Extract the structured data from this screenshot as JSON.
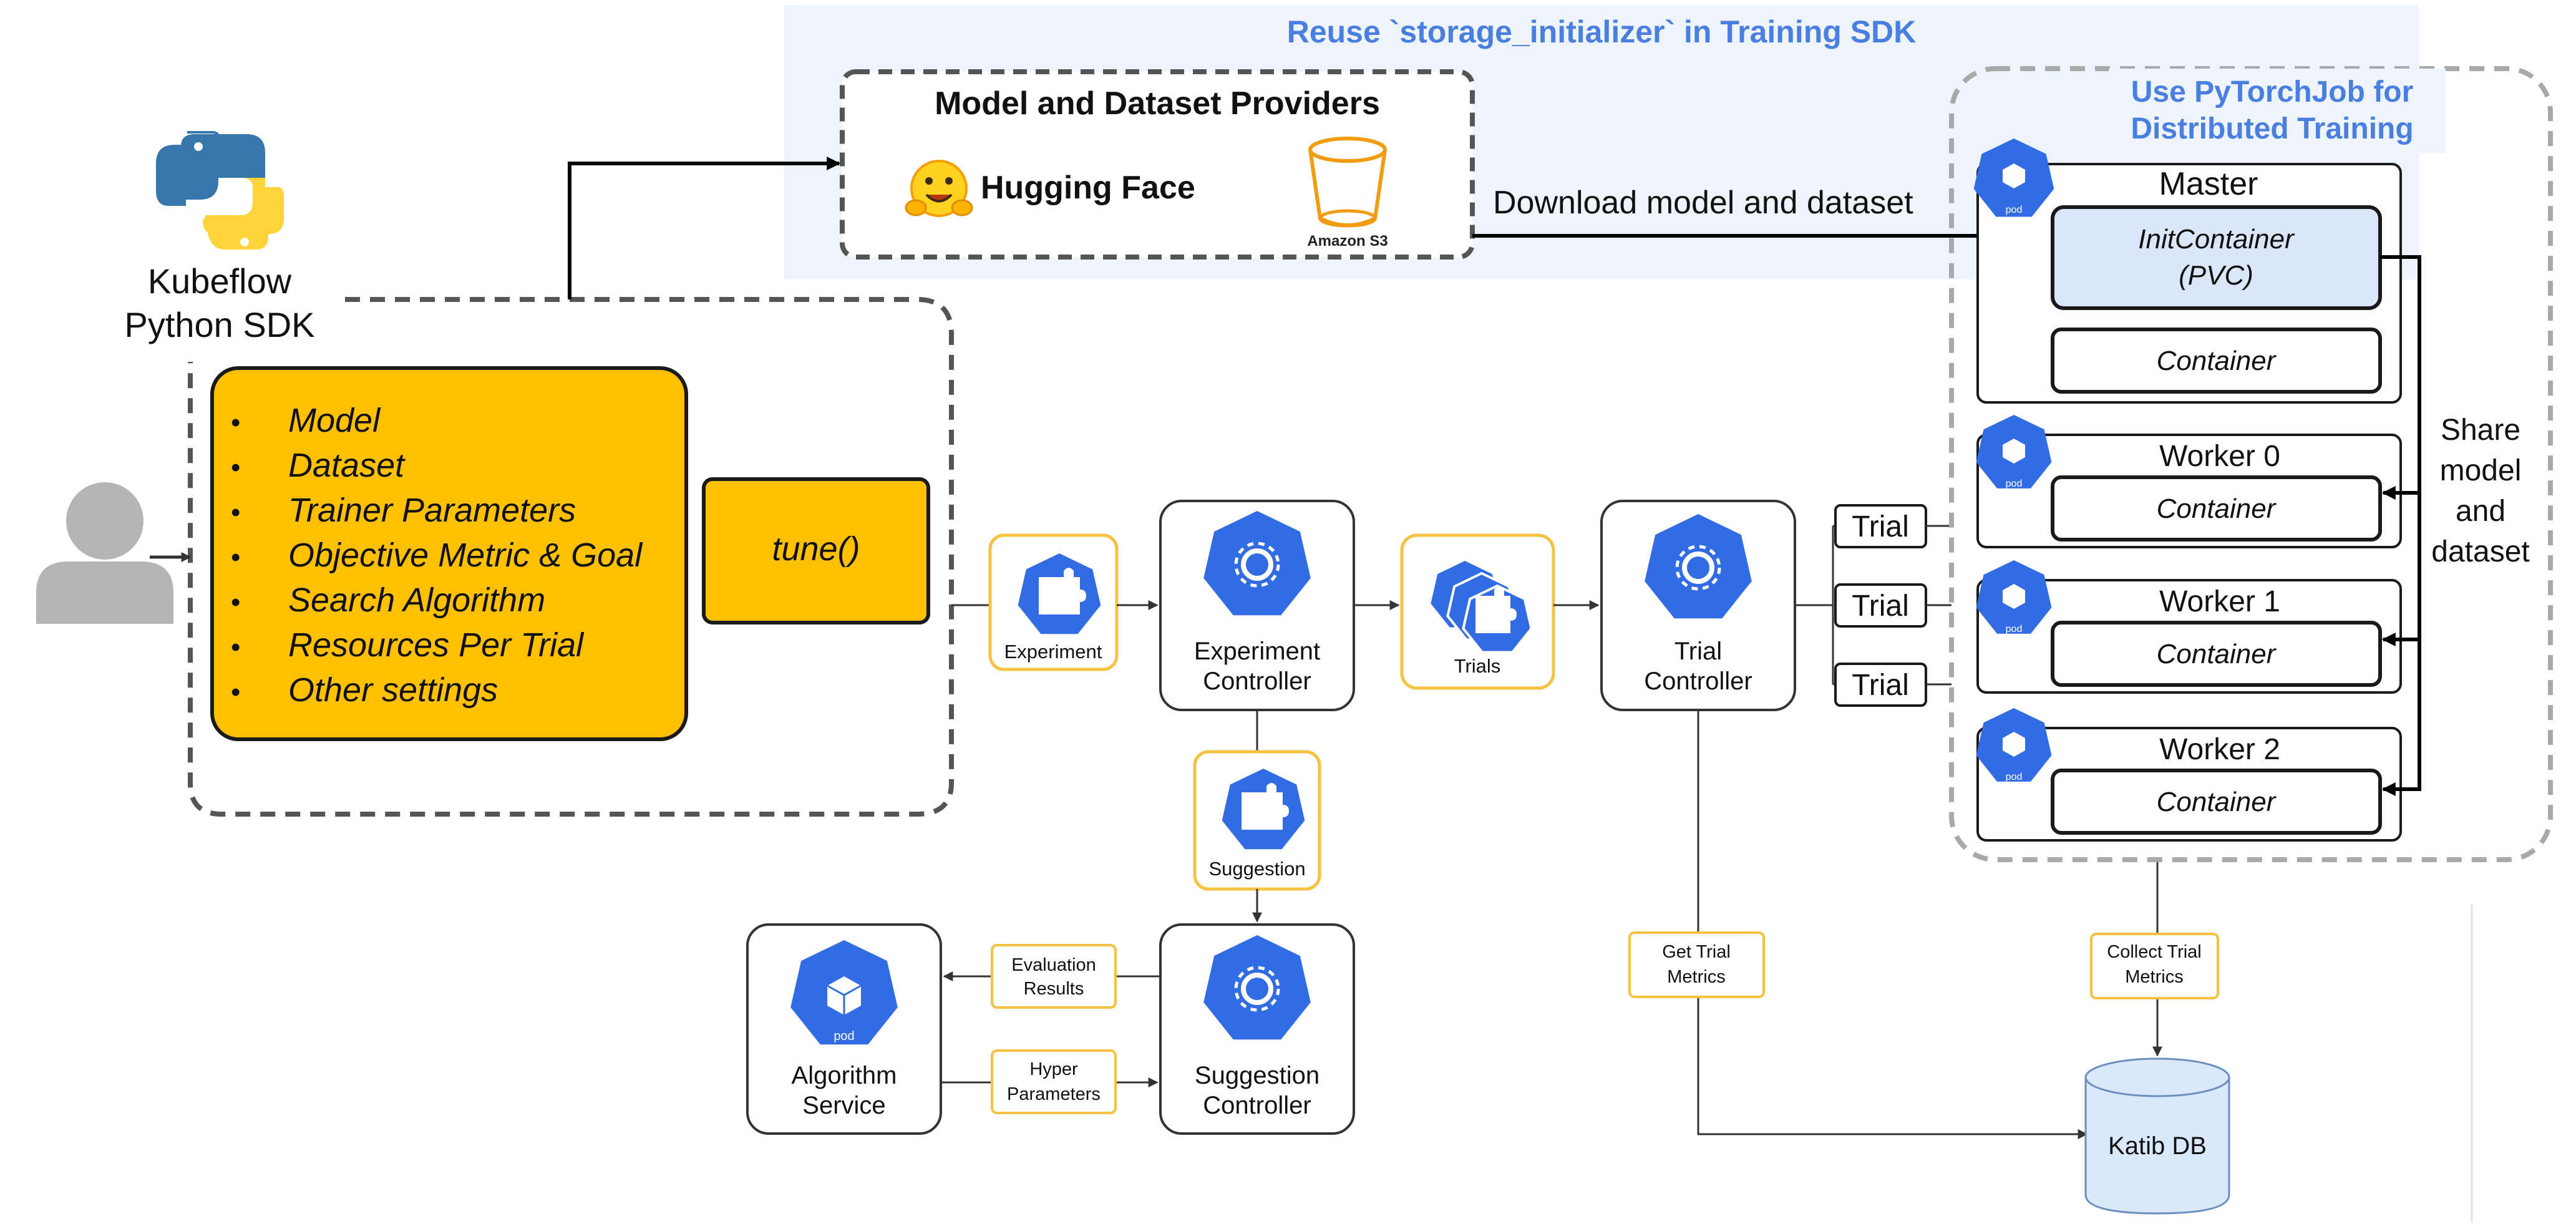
{
  "banner": {
    "title": "Reuse `storage_initializer` in Training SDK"
  },
  "sdk": {
    "line1": "Kubeflow",
    "line2": "Python SDK"
  },
  "params": {
    "items": [
      "Model",
      "Dataset",
      "Trainer Parameters",
      "Objective Metric & Goal",
      "Search Algorithm",
      "Resources Per Trial",
      "Other settings"
    ],
    "bullet": "•"
  },
  "tune": {
    "label": "tune()"
  },
  "providers": {
    "title": "Model and Dataset Providers",
    "hf_label": "Hugging Face",
    "s3_label": "Amazon S3"
  },
  "download": {
    "label": "Download model and dataset"
  },
  "pytorch": {
    "title_line1": "Use PyTorchJob for",
    "title_line2": "Distributed Training",
    "master": "Master",
    "init_line1": "InitContainer",
    "init_line2": "(PVC)",
    "container": "Container",
    "workers": [
      "Worker 0",
      "Worker 1",
      "Worker 2"
    ],
    "pod_label": "pod"
  },
  "share": {
    "lines": [
      "Share",
      "model",
      "and",
      "dataset"
    ]
  },
  "katib": {
    "experiment": "Experiment",
    "experiment_controller": [
      "Experiment",
      "Controller"
    ],
    "trials": "Trials",
    "trial_controller": [
      "Trial",
      "Controller"
    ],
    "trial": "Trial",
    "suggestion": "Suggestion",
    "suggestion_controller": [
      "Suggestion",
      "Controller"
    ],
    "algorithm_service": [
      "Algorithm",
      "Service"
    ],
    "evaluation_results": [
      "Evaluation",
      "Results"
    ],
    "hyper_parameters": [
      "Hyper",
      "Parameters"
    ],
    "get_trial_metrics": [
      "Get Trial",
      "Metrics"
    ],
    "collect_trial_metrics": [
      "Collect Trial",
      "Metrics"
    ],
    "katib_db": "Katib DB"
  },
  "colors": {
    "banner_bg": "#eef4fc",
    "accent_blue": "#4a7ee0",
    "k8s_blue": "#326ce5",
    "param_yellow": "#ffc000",
    "label_border": "#f5c242",
    "init_fill": "#dae7fa",
    "db_fill": "#dae8fc",
    "dashed_gray": "#a9a9a9",
    "dark_dashed": "#555555"
  },
  "icons": {
    "python": "python-logo-icon",
    "user": "user-icon",
    "hf": "hugging-face-icon",
    "s3": "amazon-s3-bucket-icon",
    "pod": "kubernetes-pod-icon",
    "crd": "kubernetes-crd-icon",
    "controller": "kubernetes-controller-icon",
    "db": "database-icon"
  }
}
